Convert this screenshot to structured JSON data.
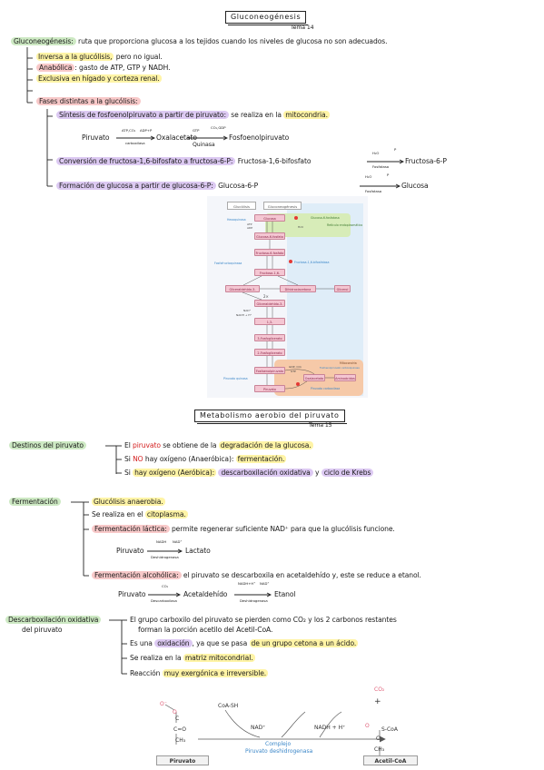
{
  "section1": {
    "title": "Gluconeogénesis",
    "tema": "Tema 14",
    "definition_term": "Gluconeogénesis:",
    "definition_text": "ruta que proporciona glucosa a los tejidos cuando los niveles de glucosa no son adecuados.",
    "bullets": [
      {
        "highlight": "Inversa a la glucólisis,",
        "rest": "pero no igual."
      },
      {
        "highlight": "Anabólica",
        "rest": ": gasto de ATP, GTP y NADH."
      },
      {
        "highlight": "Exclusiva en hígado y corteza renal.",
        "rest": ""
      },
      {
        "highlight": "Fases distintas a la glucólisis:",
        "rest": ""
      }
    ],
    "phases": [
      {
        "highlight": "Síntesis de fosfoenolpiruvato a partir de piruvato:",
        "rest": "se realiza en la",
        "rest_highlight": "mitocondria."
      },
      {
        "highlight": "Conversión de fructosa-1,6-bifosfato a fructosa-6-P:",
        "rest": "Fructosa-1,6-bifosfato",
        "product": "Fructosa-6-P"
      },
      {
        "highlight": "Formación de glucosa a partir de glucosa-6-P:",
        "rest": "Glucosa-6-P",
        "product": "Glucosa"
      }
    ],
    "reaction1": {
      "substrate": "Piruvato",
      "enzyme1_top": "ATP,CO₂",
      "enzyme1_top2": "ADP+P",
      "enzyme1_bottom": "carboxilasa",
      "intermediate": "Oxalacetato",
      "enzyme2_top": "GTP",
      "enzyme2_top2": "CO₂,GDP",
      "enzyme2_bottom": "Quinasa",
      "product": "Fosfoenolpiruvato"
    },
    "reaction2": {
      "top": "H₂O",
      "top2": "P",
      "bottom": "Fosfatasa"
    },
    "reaction3": {
      "top": "H₂O",
      "top2": "P",
      "bottom": "Fosfatasa"
    }
  },
  "diagram": {
    "tab_left": "Glucólisis",
    "tab_right": "Gluconeogénesis",
    "boxes": [
      "Glucosa",
      "Glucosa-6-fosfato",
      "Fructosa-6-fosfato",
      "Fructosa-1,6-bifosfato",
      "Gliceraldehído-3-fosfato",
      "Dihidroxiacetona fosfato",
      "Glicerol",
      "Gliceraldehído-3-fosfato",
      "1,3-Bisfosfoglicerato",
      "3-Fosfoglicerato",
      "2-Fosfoglicerato",
      "Fosfoenolpiruvato",
      "Oxalacetato",
      "Aminoácidos",
      "Piruvato"
    ],
    "enzymes": [
      "Hexoquinasa",
      "Fosfofructoquinasa",
      "Piruvato quinasa"
    ],
    "green_labels": [
      "Glucosa-6-fosfatasa",
      "Retículo endoplasmático"
    ],
    "fbpase": "Fructosa-1,6-bifosfatasa",
    "times": "2×",
    "mito": "Mitocondria",
    "pepck": "Fosfoenolpiruvato carboxiquinasa",
    "pc": "Piruvato carboxilasa",
    "atp": "ATP",
    "adp": "ADP",
    "nad": "NAD⁺",
    "nadh": "NADH + H⁺",
    "gdp": "GDP, CO₂",
    "gtp": "GTP",
    "h2o": "H₂O"
  },
  "section2": {
    "title": "Metabolismo aerobio del piruvato",
    "tema": "Tema 15",
    "destinos_label": "Destinos del piruvato",
    "destinos": [
      {
        "pre": "El",
        "red": "piruvato",
        "mid": "se obtiene de la",
        "highlight": "degradación de la glucosa.",
        "post": ""
      },
      {
        "pre": "Si",
        "red": "NO",
        "mid": "hay oxígeno (Anaeróbica):",
        "highlight": "fermentación.",
        "post": ""
      },
      {
        "pre": "Si",
        "red": "",
        "mid": "hay oxígeno (Aeróbica):",
        "highlight": "descarboxilación oxidativa",
        "post": "y",
        "highlight2": "ciclo de Krebs"
      }
    ],
    "fermentacion_label": "Fermentación",
    "fermentacion": [
      {
        "highlight": "Glucólisis anaerobia.",
        "rest": ""
      },
      {
        "highlight": "",
        "rest": "Se realiza en el",
        "highlight_after": "citoplasma."
      },
      {
        "highlight": "Fermentación láctica:",
        "rest": "permite regenerar suficiente NAD⁺ para que la glucólisis funcione."
      },
      {
        "highlight": "Fermentación alcohólica:",
        "rest": "el piruvato se descarboxila en acetaldehído y, este se reduce a etanol."
      }
    ],
    "lactic": {
      "sub": "Piruvato",
      "top1": "NADH",
      "top2": "NAD⁺",
      "bottom": "Deshidrogenasa",
      "product": "Lactato"
    },
    "alcoholic": {
      "sub": "Piruvato",
      "top1": "CO₂",
      "bottom1": "Descarboxilasa",
      "inter": "Acetaldehído",
      "top2": "NADH+H⁺",
      "top3": "NAD⁺",
      "bottom2": "Deshidrogenasa",
      "product": "Etanol"
    },
    "descarb_label_1": "Descarboxilación oxidativa",
    "descarb_label_2": "del piruvato",
    "descarb": [
      {
        "text": "El grupo carboxilo del piruvato se pierden como CO₂ y los 2 carbonos restantes",
        "text2": "forman la porción acetilo del Acetil-CoA."
      },
      {
        "text": "Es una",
        "highlight": "oxidación",
        "rest": ", ya que se pasa",
        "highlight2": "de un grupo cetona a un ácido."
      },
      {
        "text": "Se realiza en la",
        "highlight": "matriz mitocondrial."
      },
      {
        "text": "Reacción",
        "highlight": "muy exergónica e irreversible."
      }
    ]
  },
  "bottom": {
    "coash": "CoA-SH",
    "nad": "NAD⁺",
    "nadh": "NADH + H⁺",
    "co2": "CO₂",
    "plus": "+",
    "complejo": "Complejo",
    "complejo2": "Piruvato deshidrogenasa",
    "left_label": "Piruvato",
    "right_label": "Acetil-CoA",
    "left_o_minus": "O⁻",
    "left_c": "C",
    "left_o": "O",
    "left_co": "C=O",
    "left_ch3": "CH₃",
    "right_o": "O",
    "right_scoa": "S-CoA",
    "right_c": "C",
    "right_ch3": "CH₃"
  }
}
